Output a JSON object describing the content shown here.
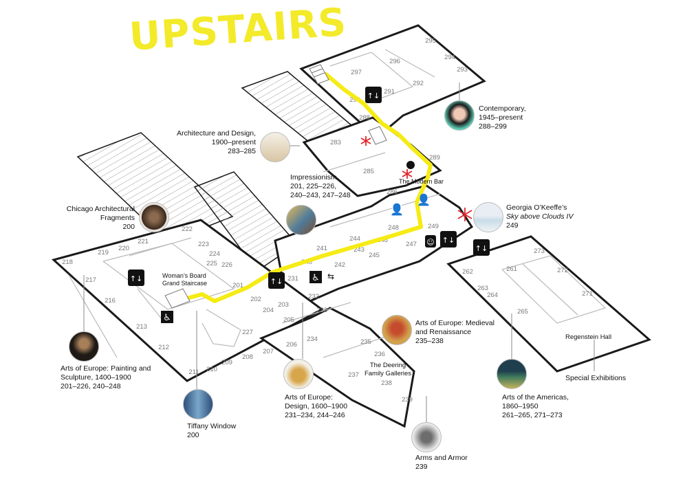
{
  "title": "UPSTAIRS",
  "colors": {
    "floor_fill": "#ffffff",
    "floor_stroke": "#1a1a1a",
    "wall": "#b9b9b9",
    "room_number": "#777777",
    "route": "#f6eb14",
    "accent_red": "#e0262b",
    "thumb_border": "#bbbbbb"
  },
  "labels": {
    "chicago": {
      "l1": "Chicago Architectural",
      "l2": "Fragments",
      "l3": "200"
    },
    "architecture": {
      "l1": "Architecture and Design,",
      "l2": "1900–present",
      "l3": "283–285"
    },
    "impressionism": {
      "l1": "Impressionism",
      "l2": "201, 225–226,",
      "l3": "240–243, 247–248"
    },
    "contemporary": {
      "l1": "Contemporary,",
      "l2": "1945–present",
      "l3": "288–299"
    },
    "okeeffe": {
      "l1": "Georgia O’Keeffe’s",
      "l2": "Sky above Clouds IV",
      "l3": "249"
    },
    "painting": {
      "l1": "Arts of Europe: Painting and",
      "l2": "Sculpture, 1400–1900",
      "l3": "201–226, 240–248"
    },
    "tiffany": {
      "l1": "Tiffany Window",
      "l2": "200"
    },
    "design": {
      "l1": "Arts of Europe:",
      "l2": "Design, 1600–1900",
      "l3": "231–234, 244–246"
    },
    "medieval": {
      "l1": "Arts of Europe: Medieval",
      "l2": "and Renaissance",
      "l3": "235–238"
    },
    "deering": {
      "l1": "The Deering",
      "l2": "Family Galleries"
    },
    "armor": {
      "l1": "Arms and Armor",
      "l2": "239"
    },
    "americas": {
      "l1": "Arts of the Americas,",
      "l2": "1860–1950",
      "l3": "261–265, 271–273"
    },
    "regenstein": "Regenstein Hall",
    "special": "Special Exhibitions",
    "modern_bar": "The Modern Bar",
    "staircase": {
      "l1": "Woman’s Board",
      "l2": "Grand Staircase"
    }
  },
  "icons": [
    "elevator-icon",
    "wheelchair-icon",
    "restroom-icon",
    "family-restroom-icon",
    "star-marker-icon"
  ],
  "rooms": [
    {
      "n": "295"
    },
    {
      "n": "294"
    },
    {
      "n": "293"
    },
    {
      "n": "296"
    },
    {
      "n": "297"
    },
    {
      "n": "292"
    },
    {
      "n": "291"
    },
    {
      "n": "290"
    },
    {
      "n": "289"
    },
    {
      "n": "288"
    },
    {
      "n": "283"
    },
    {
      "n": "285"
    },
    {
      "n": "286"
    },
    {
      "n": "222"
    },
    {
      "n": "221"
    },
    {
      "n": "220"
    },
    {
      "n": "219"
    },
    {
      "n": "218"
    },
    {
      "n": "217"
    },
    {
      "n": "216"
    },
    {
      "n": "223"
    },
    {
      "n": "224"
    },
    {
      "n": "225"
    },
    {
      "n": "226"
    },
    {
      "n": "213"
    },
    {
      "n": "212"
    },
    {
      "n": "211"
    },
    {
      "n": "201"
    },
    {
      "n": "202"
    },
    {
      "n": "203"
    },
    {
      "n": "204"
    },
    {
      "n": "205"
    },
    {
      "n": "206"
    },
    {
      "n": "207"
    },
    {
      "n": "208"
    },
    {
      "n": "209"
    },
    {
      "n": "210"
    },
    {
      "n": "227"
    },
    {
      "n": "231"
    },
    {
      "n": "232"
    },
    {
      "n": "233"
    },
    {
      "n": "234"
    },
    {
      "n": "235"
    },
    {
      "n": "236"
    },
    {
      "n": "237"
    },
    {
      "n": "238"
    },
    {
      "n": "239"
    },
    {
      "n": "240"
    },
    {
      "n": "241"
    },
    {
      "n": "242"
    },
    {
      "n": "243"
    },
    {
      "n": "244"
    },
    {
      "n": "245"
    },
    {
      "n": "246"
    },
    {
      "n": "247"
    },
    {
      "n": "248"
    },
    {
      "n": "249"
    },
    {
      "n": "261"
    },
    {
      "n": "262"
    },
    {
      "n": "263"
    },
    {
      "n": "264"
    },
    {
      "n": "265"
    },
    {
      "n": "271"
    },
    {
      "n": "272"
    },
    {
      "n": "273"
    }
  ]
}
